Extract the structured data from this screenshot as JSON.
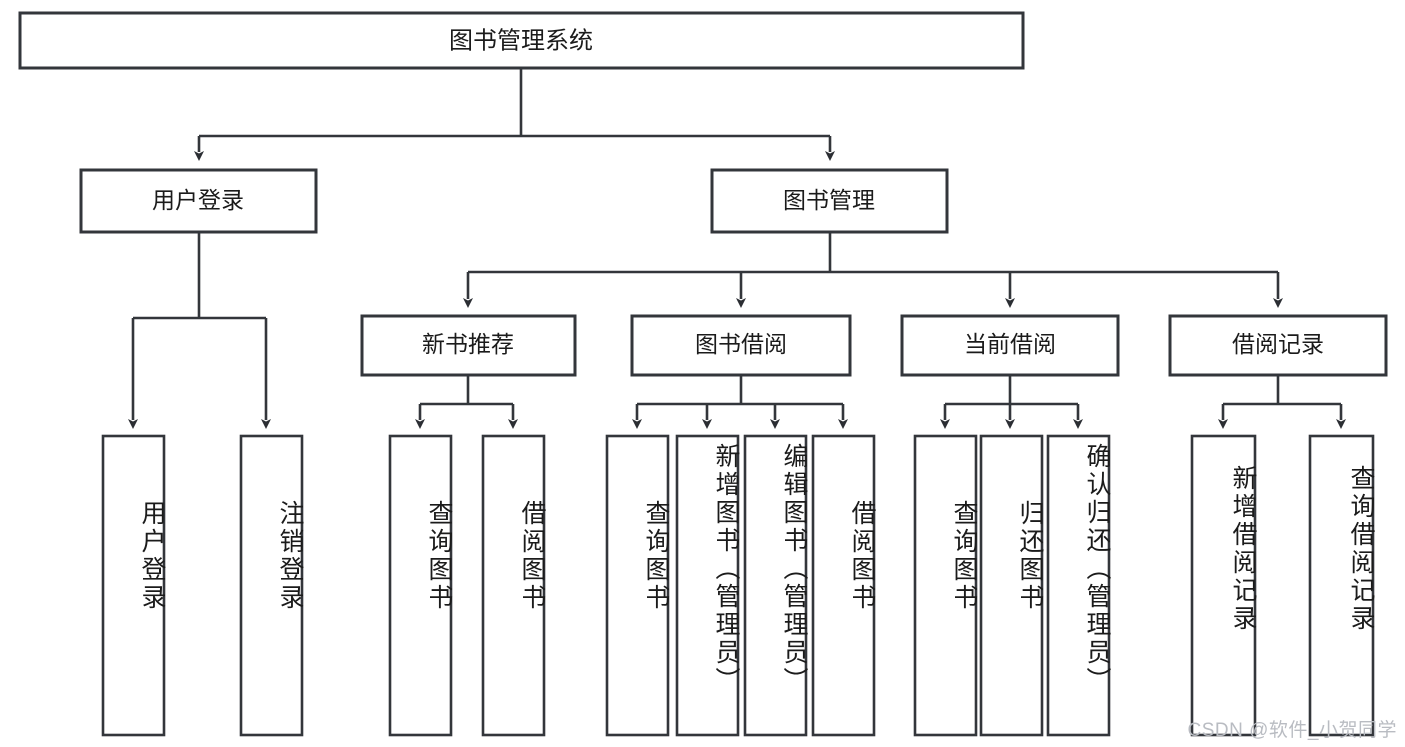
{
  "diagram": {
    "type": "tree",
    "orientation": "top-down",
    "root": {
      "id": "root",
      "label": "图书管理系统"
    },
    "level2": [
      {
        "id": "user-login",
        "label": "用户登录"
      },
      {
        "id": "book-management",
        "label": "图书管理"
      }
    ],
    "level3": [
      {
        "id": "new-book-recommend",
        "label": "新书推荐",
        "parent": "book-management"
      },
      {
        "id": "book-borrow",
        "label": "图书借阅",
        "parent": "book-management"
      },
      {
        "id": "current-borrow",
        "label": "当前借阅",
        "parent": "book-management"
      },
      {
        "id": "borrow-record",
        "label": "借阅记录",
        "parent": "book-management"
      }
    ],
    "leaves": [
      {
        "id": "leaf-user-login",
        "label": "用户登录",
        "parent": "user-login"
      },
      {
        "id": "leaf-logout-login",
        "label": "注销登录",
        "parent": "user-login"
      },
      {
        "id": "leaf-query-book-1",
        "label": "查询图书",
        "parent": "new-book-recommend"
      },
      {
        "id": "leaf-borrow-book-1",
        "label": "借阅图书",
        "parent": "new-book-recommend"
      },
      {
        "id": "leaf-query-book-2",
        "label": "查询图书",
        "parent": "book-borrow"
      },
      {
        "id": "leaf-add-book",
        "label": "新增图书（管理员）",
        "parent": "book-borrow"
      },
      {
        "id": "leaf-edit-book",
        "label": "编辑图书（管理员）",
        "parent": "book-borrow"
      },
      {
        "id": "leaf-borrow-book-2",
        "label": "借阅图书",
        "parent": "book-borrow"
      },
      {
        "id": "leaf-query-book-3",
        "label": "查询图书",
        "parent": "current-borrow"
      },
      {
        "id": "leaf-return-book",
        "label": "归还图书",
        "parent": "current-borrow"
      },
      {
        "id": "leaf-confirm-return",
        "label": "确认归还（管理员）",
        "parent": "current-borrow"
      },
      {
        "id": "leaf-add-record",
        "label": "新增借阅记录",
        "parent": "borrow-record"
      },
      {
        "id": "leaf-query-record",
        "label": "查询借阅记录",
        "parent": "borrow-record"
      }
    ],
    "colors": {
      "box_stroke": "#33363b",
      "box_fill": "#ffffff",
      "connector": "#33363b",
      "text": "#1b1b1b",
      "watermark": "#b9bcc2",
      "background": "#ffffff"
    }
  },
  "watermark": {
    "text": "CSDN @软件_小贺同学"
  }
}
